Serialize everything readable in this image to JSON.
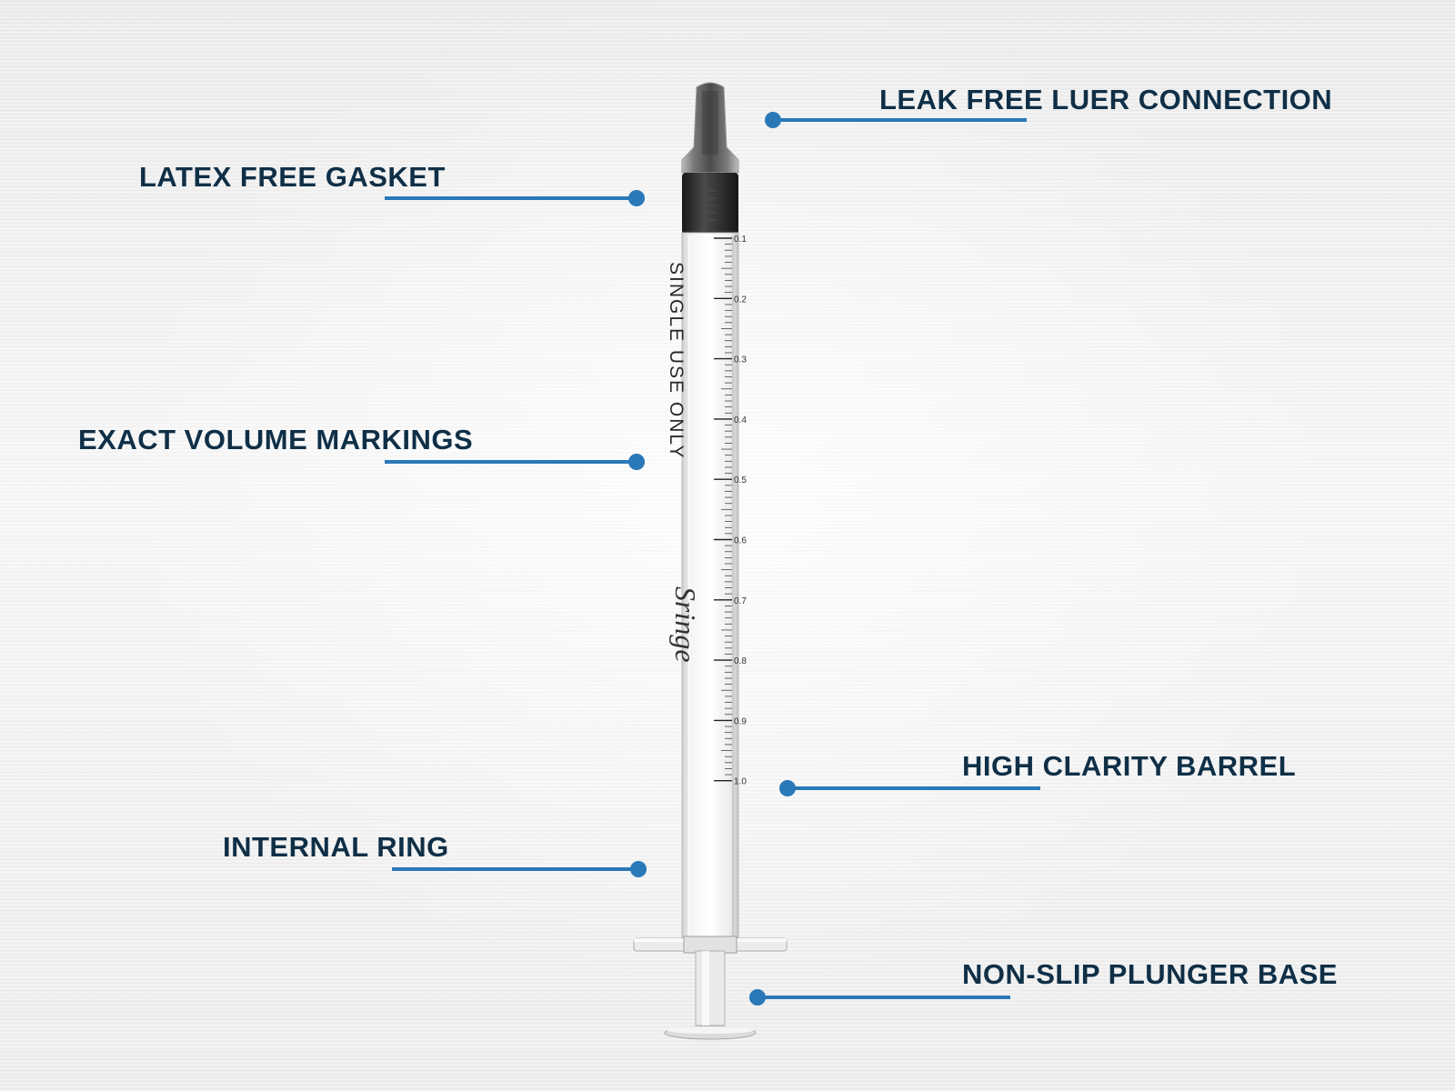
{
  "callouts": {
    "leak_free_luer": "LEAK FREE LUER CONNECTION",
    "latex_free_gasket": "LATEX FREE GASKET",
    "exact_volume_markings": "EXACT VOLUME MARKINGS",
    "high_clarity_barrel": "HIGH CLARITY BARREL",
    "internal_ring": "INTERNAL RING",
    "non_slip_plunger_base": "NON-SLIP PLUNGER BASE"
  },
  "syringe": {
    "barrel_text": "SINGLE USE ONLY",
    "brand_text": "Sringe",
    "scale_labels": [
      "0.1",
      "0.2",
      "0.3",
      "0.4",
      "0.5",
      "0.6",
      "0.7",
      "0.8",
      "0.9",
      "1.0"
    ]
  },
  "colors": {
    "label_text": "#0f2f47",
    "callout_line": "#2a78b8",
    "gasket": "#2b2b2b"
  }
}
